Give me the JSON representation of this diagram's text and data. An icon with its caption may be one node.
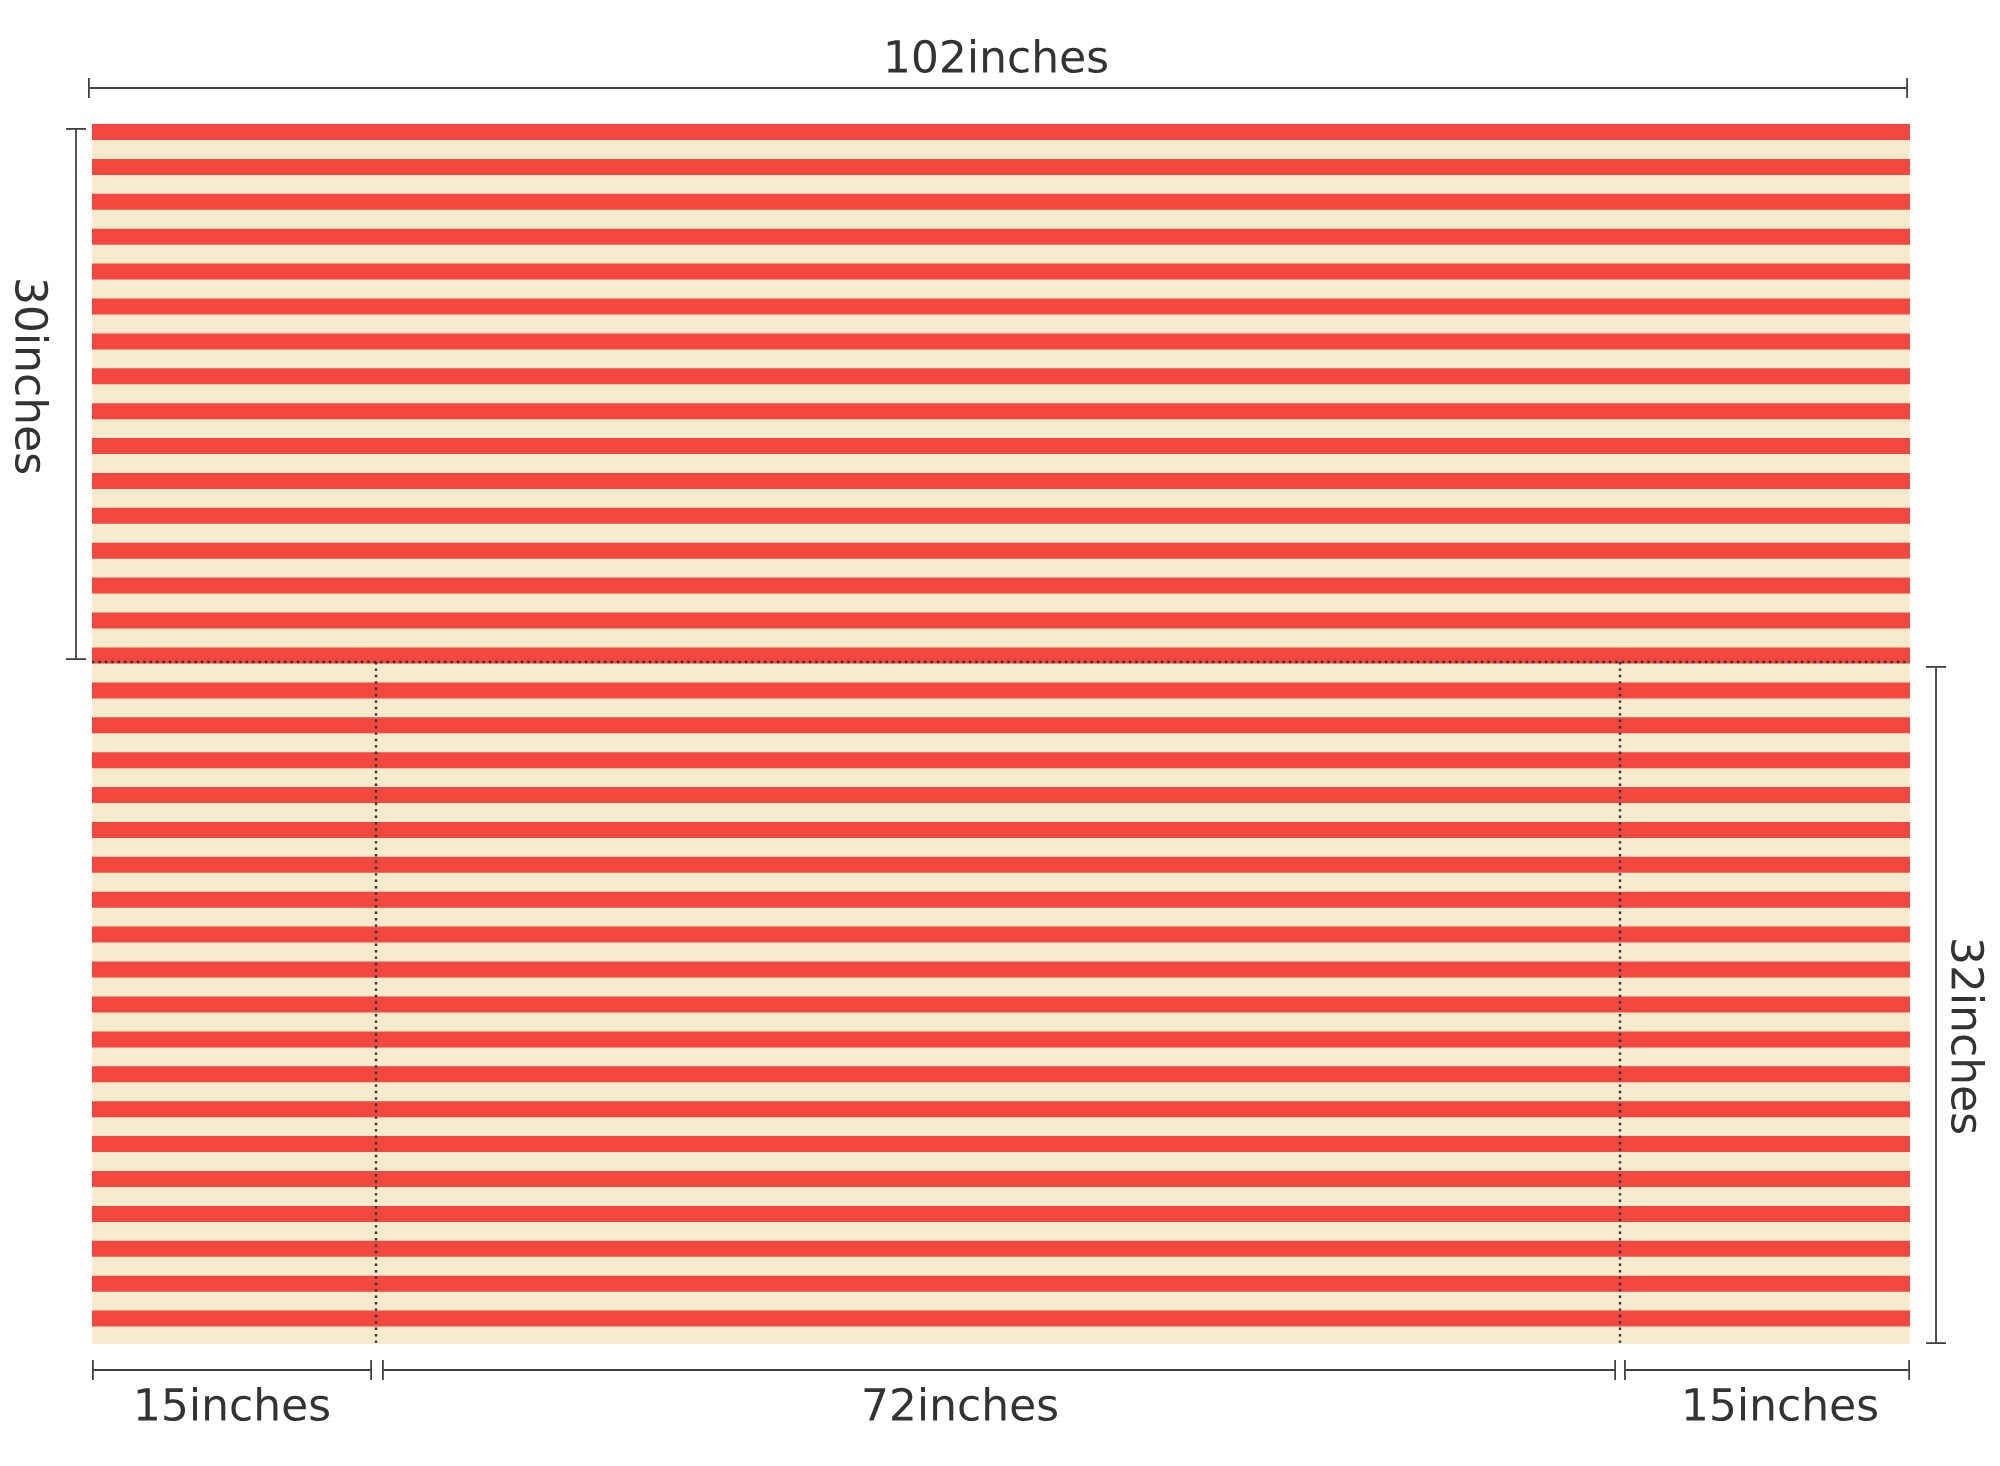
{
  "diagram": {
    "labels": [
      "102inches",
      "30inches",
      "32inches",
      "15inches",
      "72inches",
      "15inches"
    ]
  }
}
